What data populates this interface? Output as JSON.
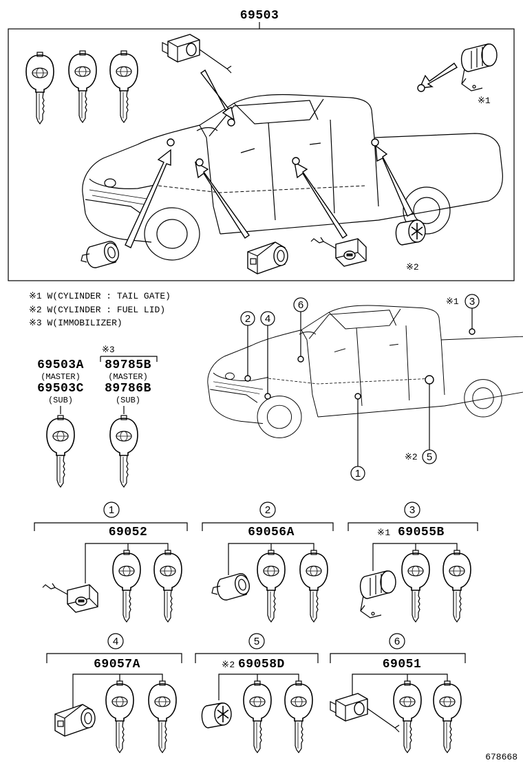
{
  "top_part_number": "69503",
  "top_box_notes": {
    "n1": "※1",
    "n2": "※2"
  },
  "legend": [
    "※1 W(CYLINDER : TAIL GATE)",
    "※2 W(CYLINDER : FUEL LID)",
    "※3 W(IMMOBILIZER)"
  ],
  "keys_left": {
    "pn1": "69503A",
    "role1": "(MASTER)",
    "pn2": "69503C",
    "role2": "(SUB)"
  },
  "keys_right": {
    "marker": "※3",
    "pn1": "89785B",
    "role1": "(MASTER)",
    "pn2": "89786B",
    "role2": "(SUB)"
  },
  "callouts": {
    "c1": "1",
    "c2": "2",
    "c3": "3",
    "c4": "4",
    "c5": "5",
    "c6": "6",
    "note1": "※1",
    "note2": "※2"
  },
  "sets": [
    {
      "index": "1",
      "prefix": "",
      "part": "69052"
    },
    {
      "index": "2",
      "prefix": "",
      "part": "69056A"
    },
    {
      "index": "3",
      "prefix": "※1",
      "part": "69055B"
    },
    {
      "index": "4",
      "prefix": "",
      "part": "69057A"
    },
    {
      "index": "5",
      "prefix": "※2",
      "part": "69058D"
    },
    {
      "index": "6",
      "prefix": "",
      "part": "69051"
    }
  ],
  "figure_id": "678668"
}
